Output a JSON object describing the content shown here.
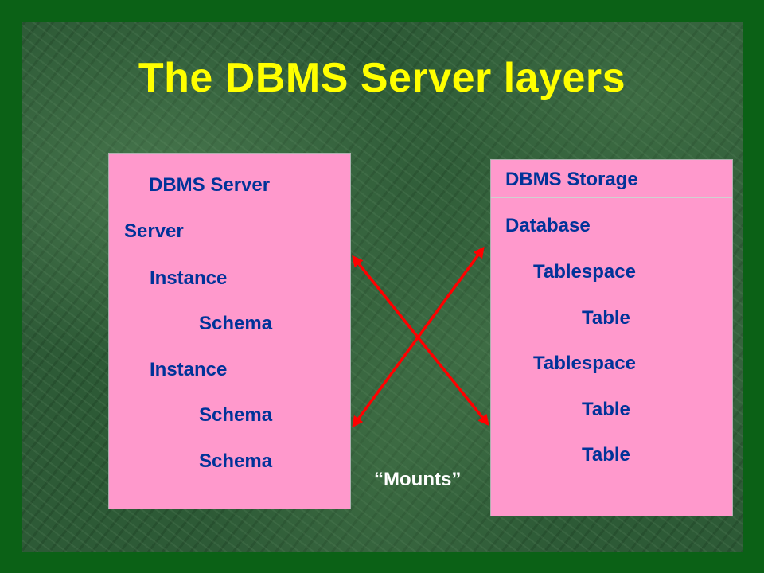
{
  "slide": {
    "title": "The DBMS Server layers",
    "left_box": {
      "header": "DBMS Server",
      "items": [
        "Server",
        "Instance",
        "Schema",
        "Instance",
        "Schema",
        "Schema"
      ]
    },
    "right_box": {
      "header": "DBMS Storage",
      "items": [
        "Database",
        "Tablespace",
        "Table",
        "Tablespace",
        "Table",
        "Table"
      ]
    },
    "connector_label": "“Mounts”"
  },
  "colors": {
    "title": "#ffff00",
    "box_fill": "#ff99cc",
    "box_text": "#003399",
    "arrow": "#ff0000",
    "label": "#ffffff",
    "background": "#0b6116"
  },
  "icons": [
    "double-arrow-icon",
    "double-arrow-icon"
  ]
}
